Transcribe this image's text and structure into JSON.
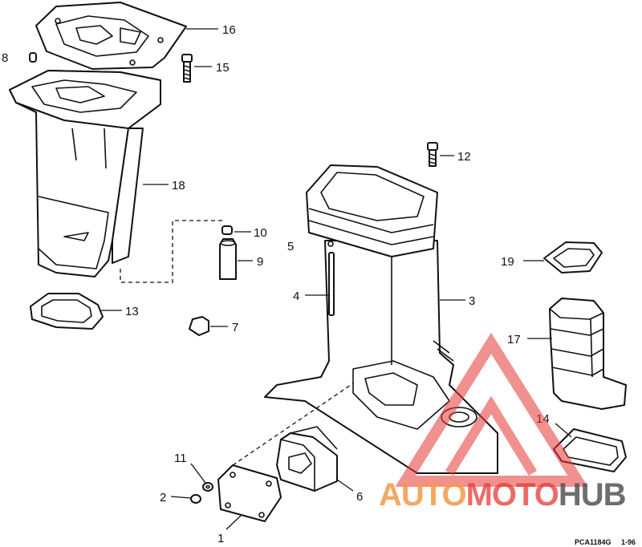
{
  "callouts": {
    "c1": "1",
    "c2": "2",
    "c3": "3",
    "c4": "4",
    "c5": "5",
    "c6": "6",
    "c7": "7",
    "c8": "8",
    "c9": "9",
    "c10": "10",
    "c11": "11",
    "c12": "12",
    "c13": "13",
    "c14": "14",
    "c15": "15",
    "c16": "16",
    "c17": "17",
    "c18": "18",
    "c19": "19"
  },
  "figure_code": "PCA1184G",
  "figure_date": "1-96",
  "watermark": {
    "part1": "AUTO",
    "part2": "MOTO",
    "part3": "HUB",
    "color_primary": "#f2994a",
    "color_accent": "#e53935",
    "color_dark": "#555555"
  }
}
